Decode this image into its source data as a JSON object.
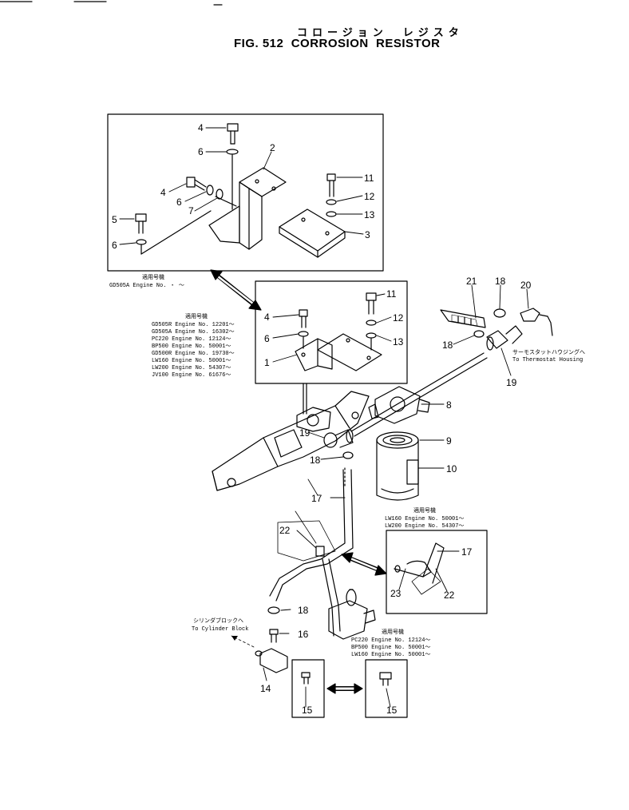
{
  "header": {
    "title_jp": "コロージョン　レジスタ",
    "title": "FIG. 512  CORROSION  RESISTOR"
  },
  "callouts": {
    "c1": "1",
    "c2": "2",
    "c3": "3",
    "c4a": "4",
    "c4b": "4",
    "c4c": "4",
    "c5": "5",
    "c6a": "6",
    "c6b": "6",
    "c6c": "6",
    "c6d": "6",
    "c7": "7",
    "c8": "8",
    "c9": "9",
    "c10": "10",
    "c11a": "11",
    "c11b": "11",
    "c12a": "12",
    "c12b": "12",
    "c13a": "13",
    "c13b": "13",
    "c14": "14",
    "c15a": "15",
    "c15b": "15",
    "c16": "16",
    "c17a": "17",
    "c17b": "17",
    "c18a": "18",
    "c18b": "18",
    "c18c": "18",
    "c18d": "18",
    "c19a": "19",
    "c19b": "19",
    "c20": "20",
    "c21": "21",
    "c22a": "22",
    "c22b": "22",
    "c23": "23"
  },
  "notes": {
    "applicable_jp": "適用号機",
    "box1_serials": [
      "GD505A  Engine  No.    ・ ～"
    ],
    "box2_serials": [
      "GD505R  Engine  No. 12201～",
      "GD505A  Engine  No. 16302～",
      "PC220   Engine  No. 12124～",
      "BP500   Engine  No. 50001～",
      "GD500R  Engine  No. 19730～",
      "LW160   Engine  No. 50001～",
      "LW200   Engine  No. 54307～",
      "JV100   Engine  No. 61676～"
    ],
    "box3_serials": [
      "LW160  Engine  No. 50001～",
      "LW200  Engine  No. 54307～"
    ],
    "box4_serials": [
      "PC220  Engine  No. 12124～",
      "BP500  Engine  No. 50001～",
      "LW160  Engine  No. 50001～"
    ],
    "thermostat_jp": "サーモスタットハウジングへ",
    "thermostat_en": "To Thermostat Housing",
    "cylinder_jp": "シリンダブロックへ",
    "cylinder_en": "To Cylinder Block"
  }
}
